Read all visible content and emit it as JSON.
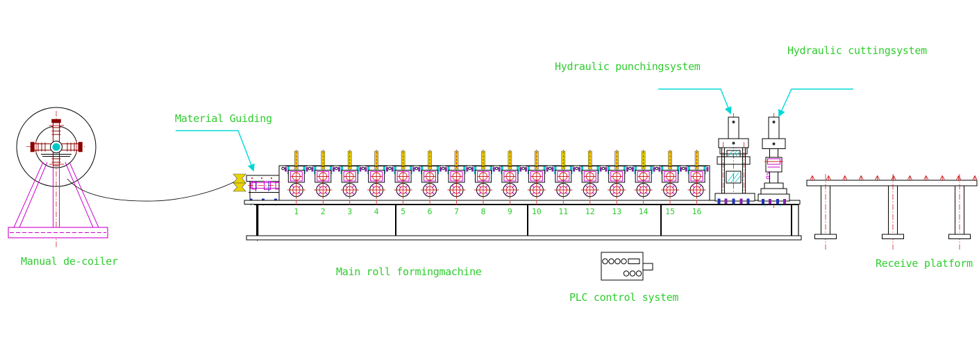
{
  "labels": {
    "manual_decoiler": "Manual de-coiler",
    "material_guiding": "Material Guiding",
    "main_machine": "Main roll formingmachine",
    "plc": "PLC control system",
    "punching": "Hydraulic punchingsystem",
    "cutting": "Hydraulic cuttingsystem",
    "receive": "Receive platform"
  },
  "stations": {
    "numbers": [
      "1",
      "2",
      "3",
      "4",
      "5",
      "6",
      "7",
      "8",
      "9",
      "10",
      "11",
      "12",
      "13",
      "14",
      "15",
      "16"
    ]
  },
  "colors": {
    "annotation_green": "#2fcc2f",
    "leader_cyan": "#00d8d8",
    "detail_cyan": "#00c8c8",
    "machine_magenta": "#cc00cc",
    "centerline_red": "#cc2020",
    "hub_dark_red": "#8b0000",
    "screw_yellow": "#e8d400",
    "bolt_blue": "#2233bb",
    "bolt_purple": "#8822aa"
  }
}
